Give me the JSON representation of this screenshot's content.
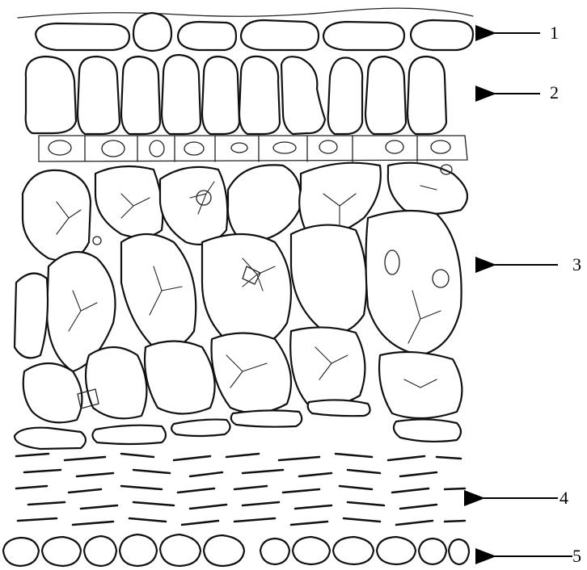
{
  "diagram": {
    "labels": [
      {
        "id": "1",
        "text": "1"
      },
      {
        "id": "2",
        "text": "2"
      },
      {
        "id": "3",
        "text": "3"
      },
      {
        "id": "4",
        "text": "4"
      },
      {
        "id": "5",
        "text": "5"
      }
    ],
    "colors": {
      "ink": "#111111",
      "background": "#ffffff"
    }
  }
}
